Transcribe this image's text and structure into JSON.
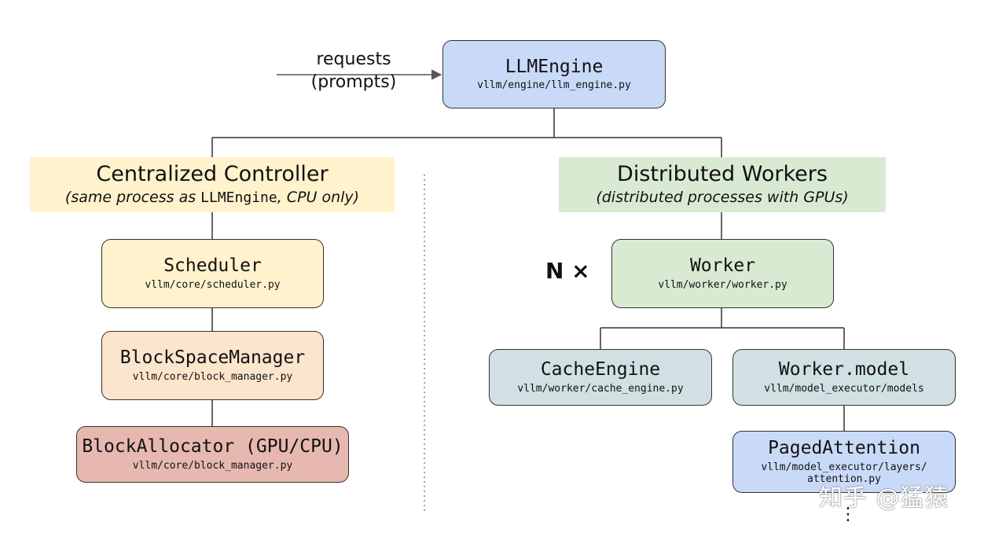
{
  "requests": {
    "line1": "requests",
    "line2": "(prompts)"
  },
  "llm_engine": {
    "name": "LLMEngine",
    "path": "vllm/engine/llm_engine.py"
  },
  "controller": {
    "title": "Centralized Controller",
    "sub_prefix": "(same process as ",
    "sub_mono": "LLMEngine",
    "sub_suffix": ", CPU only)"
  },
  "scheduler": {
    "name": "Scheduler",
    "path": "vllm/core/scheduler.py"
  },
  "block_space_manager": {
    "name": "BlockSpaceManager",
    "path": "vllm/core/block_manager.py"
  },
  "block_allocator": {
    "name": "BlockAllocator (GPU/CPU)",
    "path": "vllm/core/block_manager.py"
  },
  "workers": {
    "title": "Distributed Workers",
    "sub": "(distributed processes with GPUs)"
  },
  "n_times": "N ×",
  "worker": {
    "name": "Worker",
    "path": "vllm/worker/worker.py"
  },
  "cache_engine": {
    "name": "CacheEngine",
    "path": "vllm/worker/cache_engine.py"
  },
  "worker_model": {
    "name": "Worker.model",
    "path": "vllm/model_executor/models"
  },
  "paged_attention": {
    "name": "PagedAttention",
    "path_line1": "vllm/model_executor/layers/",
    "path_line2": "attention.py"
  },
  "ellipsis": "⋮",
  "watermark": "知乎 @猛猿",
  "colors": {
    "blue": "#c9daf8",
    "yellow": "#fff2cc",
    "peach": "#fce5cd",
    "red": "#e6b8af",
    "green": "#d9ead3",
    "teal": "#d0e0e3"
  }
}
